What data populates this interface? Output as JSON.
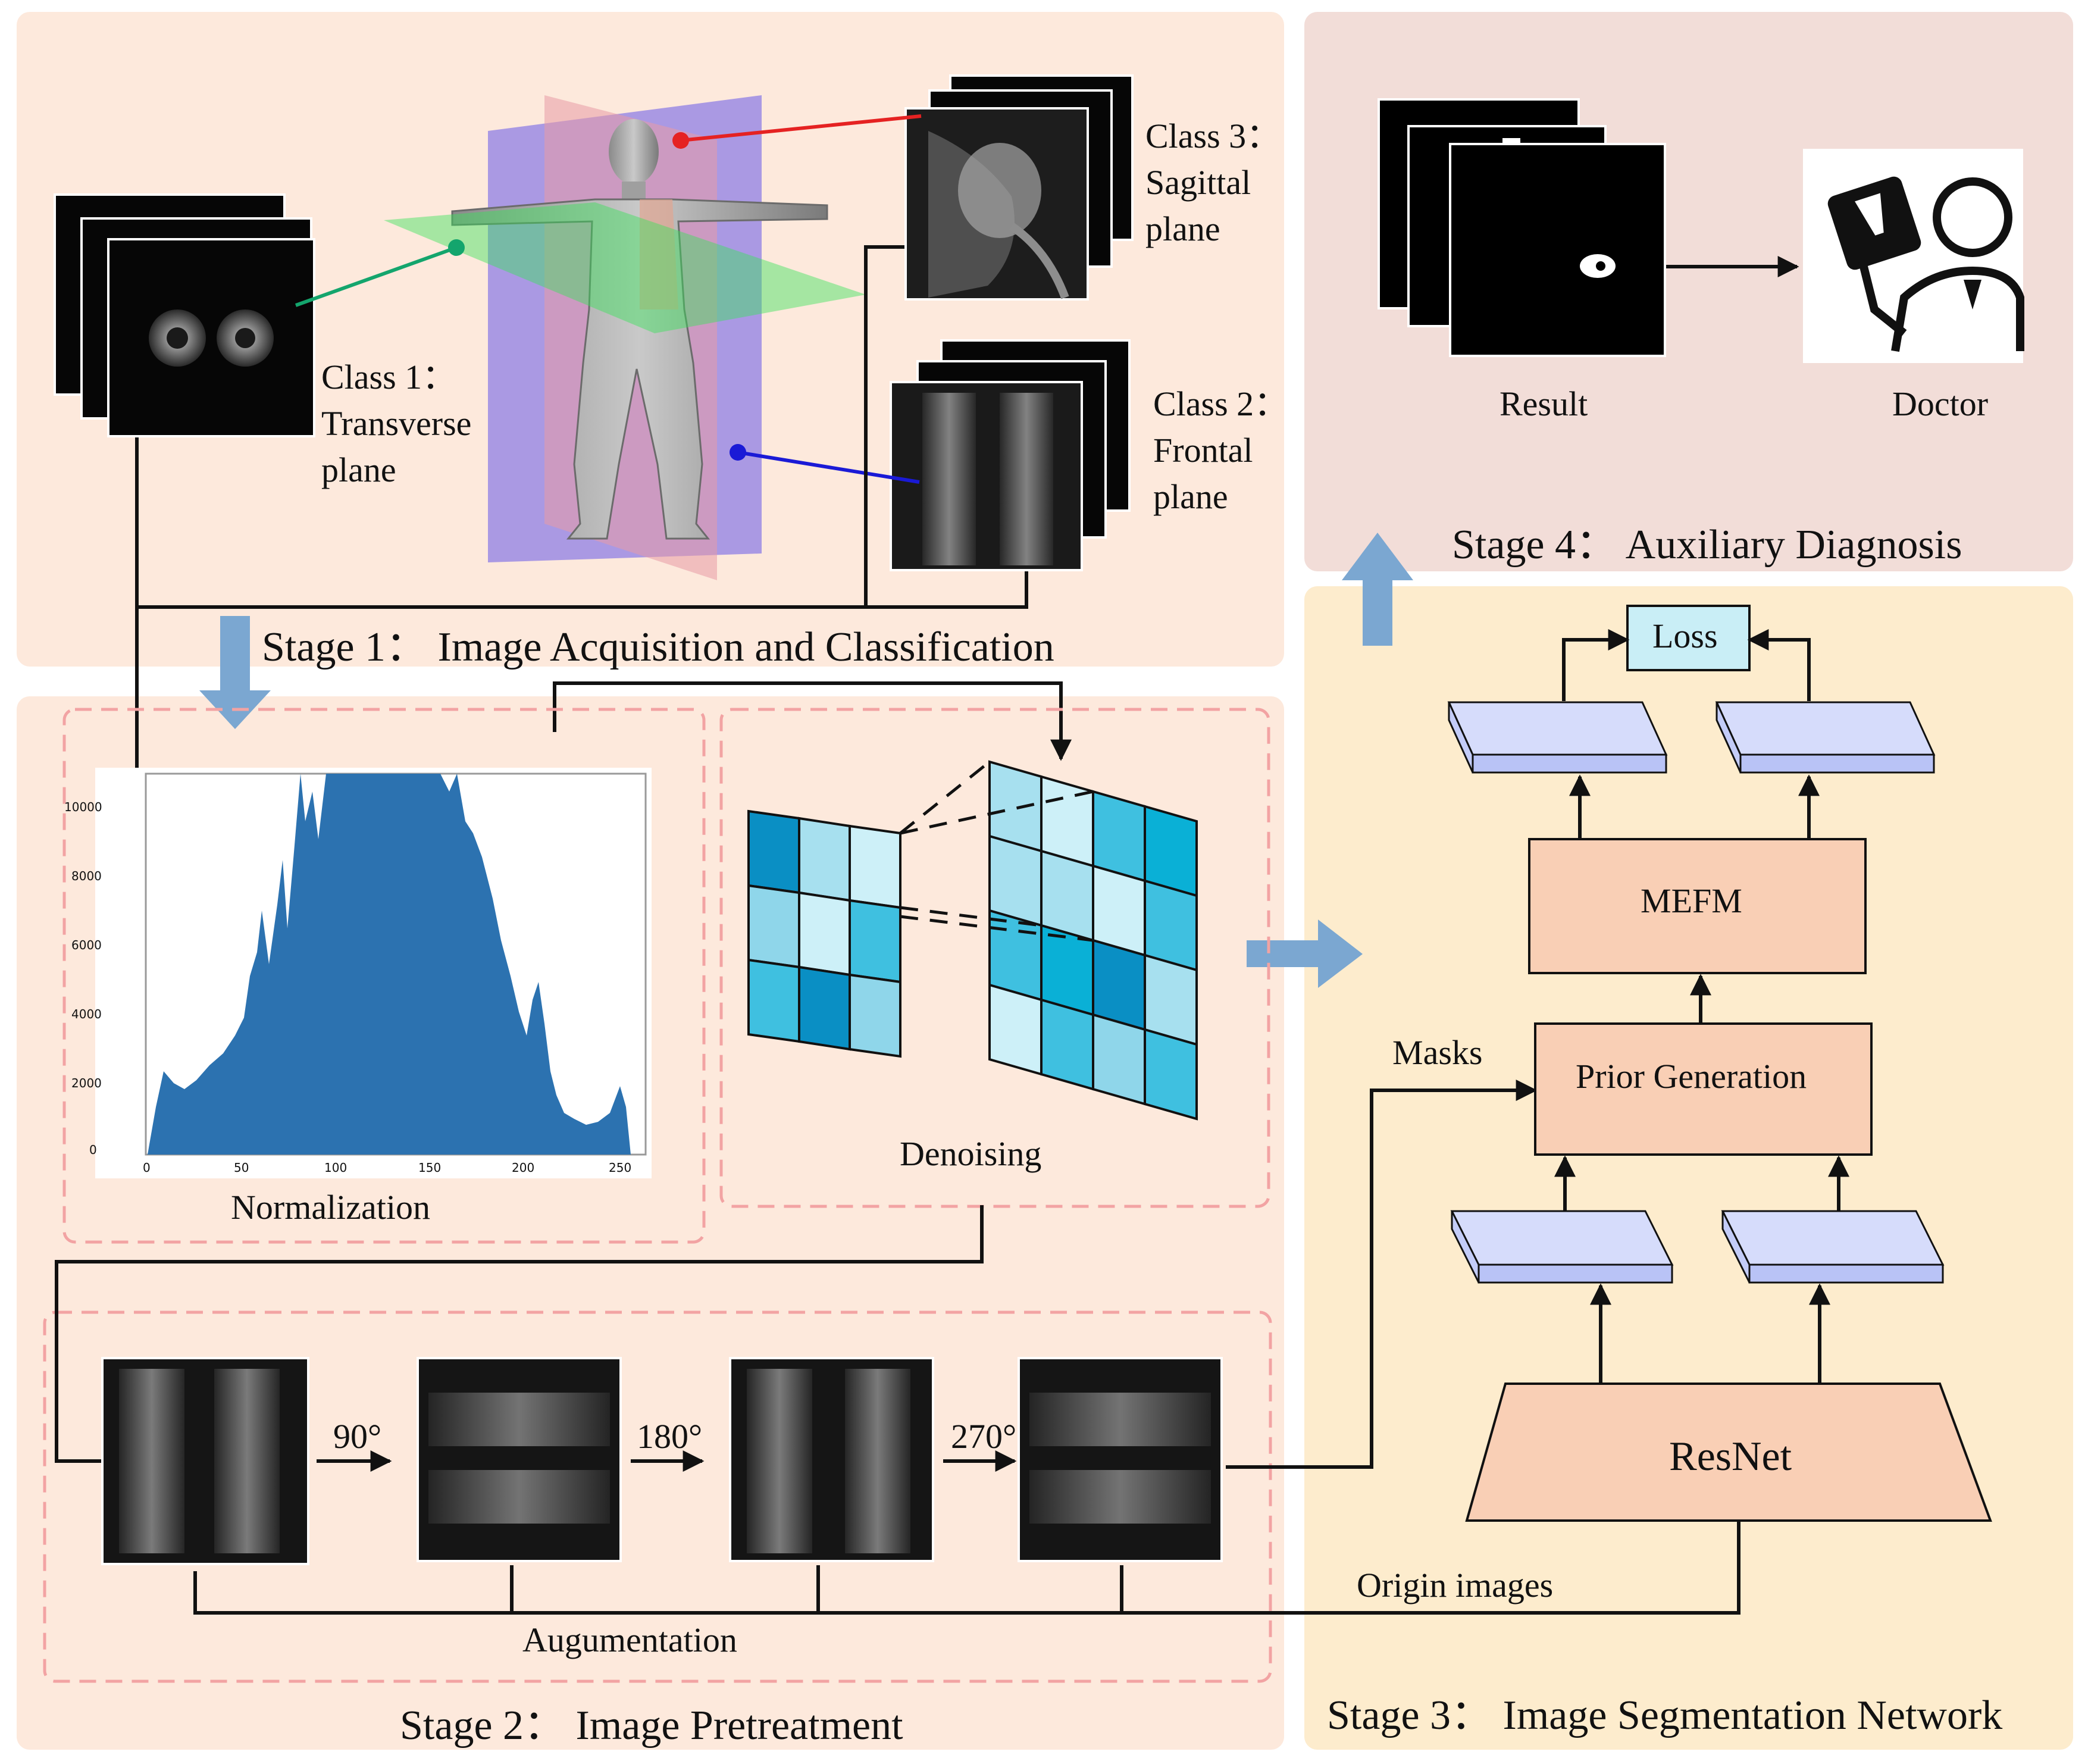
{
  "stage1": {
    "title": "Stage 1：  Image Acquisition and Classification",
    "class1": [
      "Class 1：",
      "Transverse",
      "plane"
    ],
    "class2": [
      "Class 2：",
      "Frontal",
      "plane"
    ],
    "class3": [
      "Class 3：",
      "Sagittal",
      "plane"
    ]
  },
  "stage2": {
    "title": "Stage 2：  Image Pretreatment",
    "normalization": "Normalization",
    "denoising": "Denoising",
    "augmentation": "Augumentation",
    "angles": [
      "90°",
      "180°",
      "270°"
    ],
    "histogram_ticks": {
      "x": [
        "0",
        "50",
        "100",
        "150",
        "200",
        "250"
      ],
      "y": [
        "0",
        "2000",
        "4000",
        "6000",
        "8000",
        "10000"
      ]
    }
  },
  "stage3": {
    "title": "Stage 3：  Image Segmentation Network",
    "loss": "Loss",
    "mefm": "MEFM",
    "prior": "Prior Generation",
    "resnet": "ResNet",
    "masks": "Masks",
    "origin": "Origin images"
  },
  "stage4": {
    "title": "Stage 4：  Auxiliary Diagnosis",
    "result": "Result",
    "doctor": "Doctor"
  },
  "colors": {
    "stage1_bg": "#fde9dc",
    "stage2_bg": "#fde9dc",
    "stage3_bg": "#fdeccd",
    "stage4_bg": "#f2ddd8",
    "block_fill": "#f9cfb5",
    "loss_fill": "#c9eef6",
    "feature_fill": "#d6dcfb",
    "flow_arrow": "#7ba7d1",
    "histogram": "#2c72b0",
    "dashed_border": "#f2a3a3"
  }
}
